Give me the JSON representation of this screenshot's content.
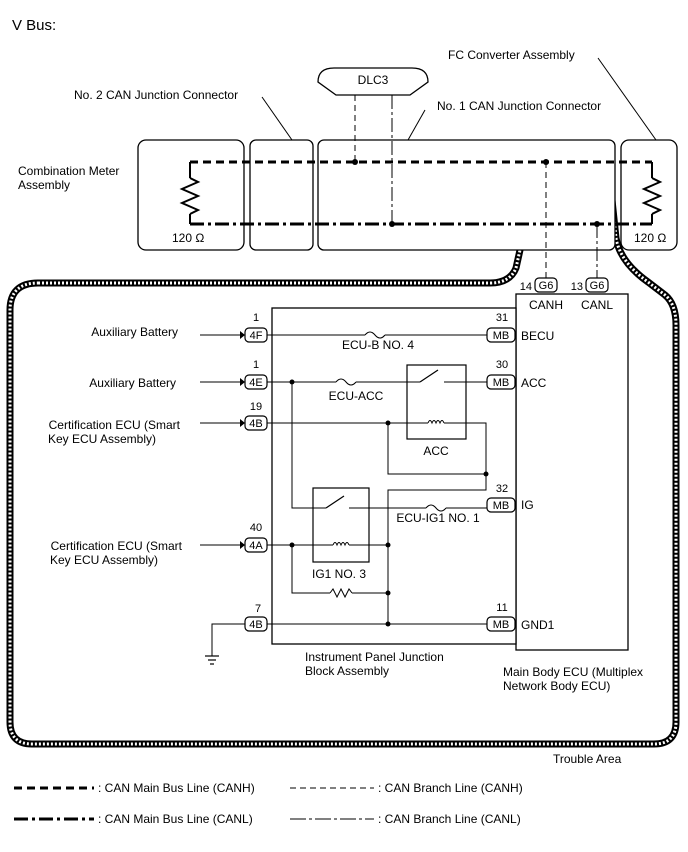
{
  "title": "V Bus:",
  "labels": {
    "dlc3": "DLC3",
    "fc_converter": "FC Converter Assembly",
    "no2_junction": "No. 2 CAN Junction Connector",
    "no1_junction": "No. 1 CAN Junction Connector",
    "combination_meter_l1": "Combination Meter",
    "combination_meter_l2": "Assembly",
    "resistor_left": "120 Ω",
    "resistor_right": "120 Ω",
    "canh": "CANH",
    "canl": "CANL",
    "aux_battery_1": "Auxiliary Battery",
    "aux_battery_2": "Auxiliary Battery",
    "cert_ecu_1_l1": "Certification ECU (Smart",
    "cert_ecu_1_l2": "Key ECU Assembly)",
    "cert_ecu_2_l1": "Certification ECU (Smart",
    "cert_ecu_2_l2": "Key ECU Assembly)",
    "ecu_b": "ECU-B NO. 4",
    "ecu_acc": "ECU-ACC",
    "acc_relay": "ACC",
    "ecu_ig1": "ECU-IG1 NO. 1",
    "ig1_relay": "IG1 NO. 3",
    "becu": "BECU",
    "acc": "ACC",
    "ig": "IG",
    "gnd1": "GND1",
    "ip_jb_l1": "Instrument Panel Junction",
    "ip_jb_l2": "Block Assembly",
    "main_body_l1": "Main Body ECU (Multiplex",
    "main_body_l2": "Network Body ECU)",
    "trouble_area": "Trouble Area"
  },
  "connectors": {
    "g6_canh": {
      "pin": "14",
      "code": "G6"
    },
    "g6_canl": {
      "pin": "13",
      "code": "G6"
    },
    "in_4f": {
      "pin": "1",
      "code": "4F"
    },
    "in_4e": {
      "pin": "1",
      "code": "4E"
    },
    "in_4b_19": {
      "pin": "19",
      "code": "4B"
    },
    "in_4a": {
      "pin": "40",
      "code": "4A"
    },
    "in_4b_7": {
      "pin": "7",
      "code": "4B"
    },
    "mb_31": {
      "pin": "31",
      "code": "MB"
    },
    "mb_30": {
      "pin": "30",
      "code": "MB"
    },
    "mb_32": {
      "pin": "32",
      "code": "MB"
    },
    "mb_11": {
      "pin": "11",
      "code": "MB"
    }
  },
  "legend": [
    {
      "style": "main-canh",
      "text": ": CAN Main Bus Line (CANH)"
    },
    {
      "style": "branch-canh",
      "text": ": CAN Branch Line (CANH)"
    },
    {
      "style": "main-canl",
      "text": ": CAN Main Bus Line (CANL)"
    },
    {
      "style": "branch-canl",
      "text": ": CAN Branch Line (CANL)"
    }
  ]
}
